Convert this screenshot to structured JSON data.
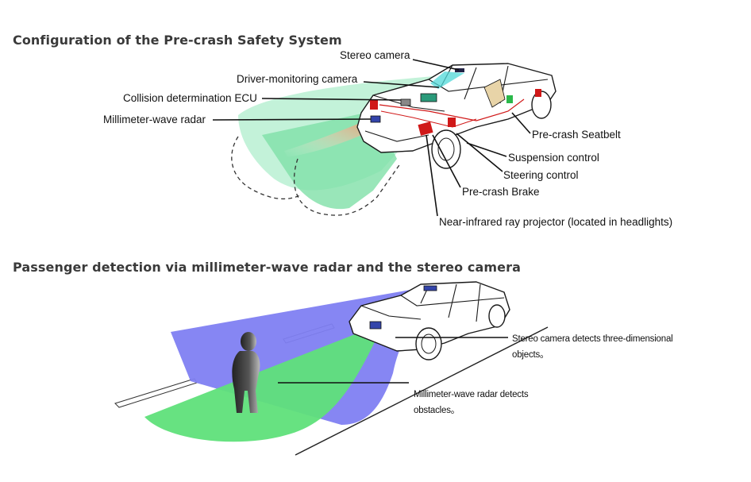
{
  "section1": {
    "title": "Configuration of the Pre-crash Safety System",
    "labels": {
      "stereo_camera": "Stereo camera",
      "driver_monitoring_camera": "Driver-monitoring camera",
      "collision_ecu": "Collision determination ECU",
      "mm_wave_radar": "Millimeter-wave radar",
      "seatbelt": "Pre-crash Seatbelt",
      "suspension": "Suspension control",
      "steering": "Steering control",
      "brake": "Pre-crash Brake",
      "nir_projector": "Near-infrared ray projector (located in headlights)"
    }
  },
  "section2": {
    "title": "Passenger detection via millimeter-wave radar and the stereo camera",
    "labels": {
      "stereo_line1": "Stereo camera detects three-dimensional",
      "stereo_line2": "objects。",
      "radar_line1": "Millimeter-wave radar detects",
      "radar_line2": "obstacles。"
    }
  },
  "colors": {
    "green_zone": "#7fe0a8",
    "blue_zone": "#7f7ff2",
    "green_ground": "#5fe07a",
    "radar_beam": "#f0a070",
    "component_red": "#d01818"
  }
}
